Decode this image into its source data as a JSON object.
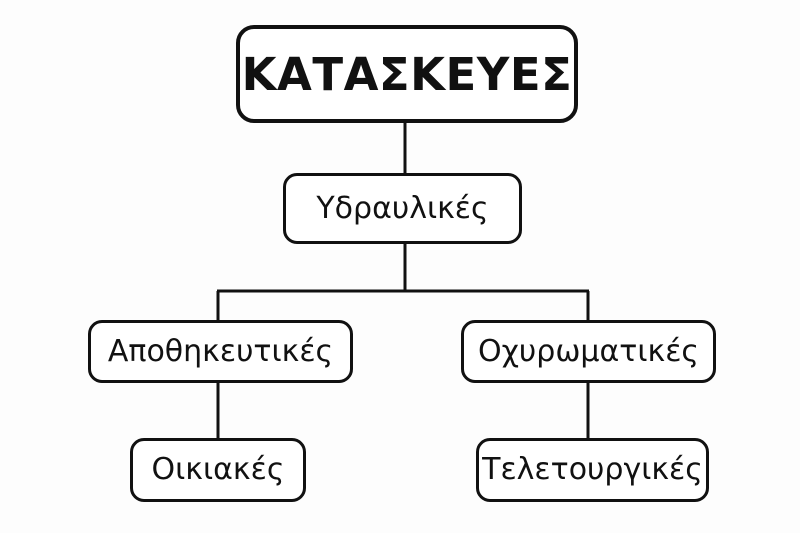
{
  "diagram": {
    "type": "hierarchy-tree",
    "title_node": "ΚΑΤΑΣΚΕΥΕΣ",
    "background_color": "#fdfdfd",
    "line_color": "#111111",
    "box_fill_color": "#ffffff",
    "nodes": {
      "root": {
        "label": "ΚΑΤΑΣΚΕΥΕΣ",
        "level": 1
      },
      "level2": {
        "label": "Υδραυλικές",
        "level": 2
      },
      "level3_left": {
        "label": "Αποθηκευτικές",
        "level": 3
      },
      "level3_right": {
        "label": "Οχυρωματικές",
        "level": 3
      },
      "level4_left": {
        "label": "Οικιακές",
        "level": 4
      },
      "level4_right": {
        "label": "Τελετουργικές",
        "level": 4
      }
    },
    "connectors": [
      {
        "name": "root-to-level2",
        "from": "root",
        "to": "level2"
      },
      {
        "name": "level2-to-branch-bar",
        "from": "level2",
        "to": "branch-bar"
      },
      {
        "name": "branch-bar-to-level3-left",
        "from": "branch-bar",
        "to": "level3_left"
      },
      {
        "name": "branch-bar-to-level3-right",
        "from": "branch-bar",
        "to": "level3_right"
      },
      {
        "name": "level3-left-to-level4-left",
        "from": "level3_left",
        "to": "level4_left"
      },
      {
        "name": "level3-right-to-level4-right",
        "from": "level3_right",
        "to": "level4_right"
      }
    ]
  }
}
